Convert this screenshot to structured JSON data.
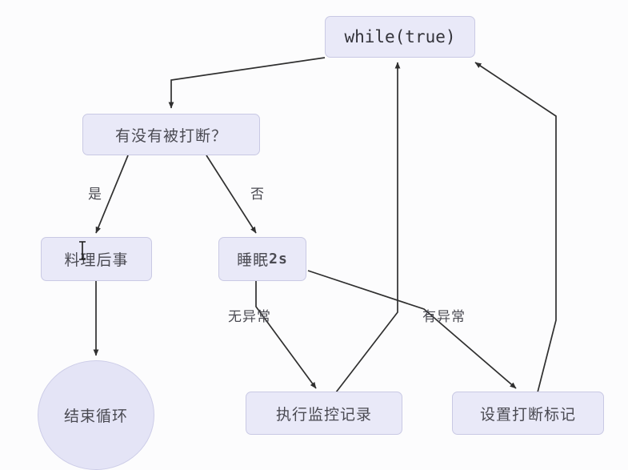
{
  "diagram": {
    "title_node": "while(true)",
    "background_color": "#fcfcfd",
    "node_fill": "#e9e9f8",
    "node_border": "#c9c9e4",
    "edge_color": "#3a3a3a",
    "text_color": "#4a4a52"
  },
  "nodes": {
    "while_loop": {
      "label": "while(true)",
      "shape": "rounded-rect"
    },
    "decision": {
      "label": "有没有被打断？",
      "shape": "rounded-rect"
    },
    "aftermath": {
      "label": "料理后事",
      "shape": "rounded-rect"
    },
    "sleep": {
      "label_text": "睡眠",
      "label_num": "2s",
      "shape": "rounded-rect"
    },
    "end_loop": {
      "label": "结束循环",
      "shape": "ellipse"
    },
    "monitor_log": {
      "label": "执行监控记录",
      "shape": "rounded-rect"
    },
    "set_flag": {
      "label": "设置打断标记",
      "shape": "rounded-rect"
    }
  },
  "edge_labels": {
    "yes": "是",
    "no": "否",
    "no_exception": "无异常",
    "has_exception": "有异常"
  }
}
